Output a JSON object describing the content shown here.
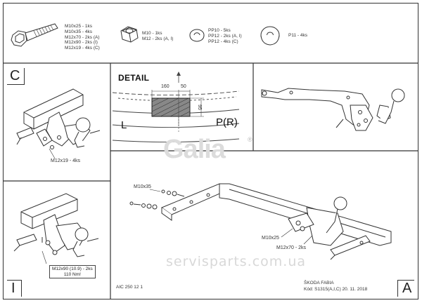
{
  "parts": {
    "bolt_lines": [
      "M10x25 - 1ks",
      "M10x35 - 4ks",
      "M12x70 - 2ks (A)",
      "M12x90 - 2ks (I)",
      "M12x19 - 4ks (C)"
    ],
    "nut_lines": [
      "M10 - 1ks",
      "M12 - 2ks (A, I)"
    ],
    "washer_lines": [
      "PP10 - 5ks",
      "PP12 - 2ks (A, I)",
      "PP12 - 4ks (C)"
    ],
    "big_washer_line": "P11 - 4ks"
  },
  "panels": {
    "c_letter": "C",
    "i_letter": "I",
    "a_letter": "A",
    "c_bolt_label": "M12x19 - 4ks",
    "i_bolt_label_1": "M12x90 (10.9) - 2ks",
    "i_bolt_label_2": "110 Nm!",
    "a_label_m10x35": "M10x35",
    "a_label_m10x25": "M10x25",
    "a_label_m12x70": "M12x70 - 2ks"
  },
  "detail": {
    "title": "DETAIL",
    "dim_160": "160",
    "dim_50": "50",
    "dim_95": "95",
    "left_label": "L",
    "right_label": "P(R)"
  },
  "branding": {
    "logo": "Galia",
    "registered": "®",
    "watermark": "servisparts.com.ua"
  },
  "footer": {
    "doc_code": "AIC 250 12 1",
    "model": "ŠKODA FABIA",
    "code_date": "Kód: S1315(A,I,C)  20. 11. 2018"
  }
}
